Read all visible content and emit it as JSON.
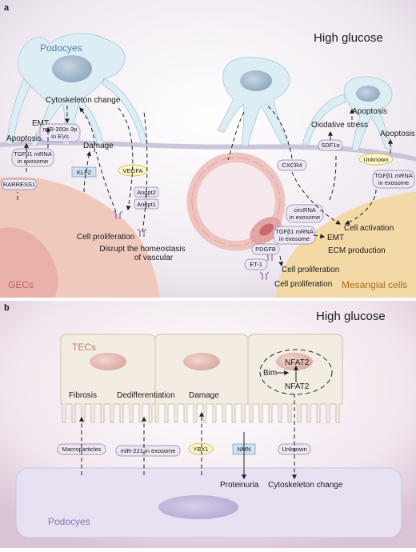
{
  "panel_a": {
    "letter": "a",
    "condition": "High glucose",
    "cell_podocytes": "Podocyes",
    "cell_gecs": "GECs",
    "cell_mesangial": "Mesangial cells",
    "cytoskeleton_change": "Cytoskeleton change",
    "emt_left": "EMT",
    "apoptosis_left": "Apoptosis",
    "damage": "Damage",
    "mir200c_l1": "miR-200c-3p",
    "mir200c_l2": "in EVs",
    "tgfb_left_l1": "TGFβ1 mRNA",
    "tgfb_left_l2": "in exosome",
    "rarress1": "RARRESS1",
    "klf2": "KLF2",
    "vegfa": "VEGFA",
    "angpt2": "Angpt2",
    "angpt1": "Angpt1",
    "cell_proliferation_left": "Cell proliferation",
    "disrupt_l1": "Disrupt the homeostasis",
    "disrupt_l2": "of vascular",
    "cxcr4": "CXCR4",
    "apoptosis_right_top": "Apoptosis",
    "oxidative_stress": "Oxidative stress",
    "sdf1a": "SDF1α",
    "unknown": "Unknown",
    "apoptosis_right": "Apoptosis",
    "tgfb_right_l1": "TGFβ1 mRNA",
    "tgfb_right_l2": "in exosome",
    "circrna_l1": "circRNA",
    "circrna_l2": "in exosome",
    "cell_activation": "Cell activation",
    "tgfb_mid_l1": "TGFβ1 mRNA",
    "tgfb_mid_l2": "in exosome",
    "emt_mid": "EMT",
    "ecm_production": "ECM production",
    "pdgfb": "PDGFB",
    "et1": "ET-1",
    "cell_proliferation_mid": "Cell proliferation",
    "cell_proliferation_bottom": "Cell proliferation"
  },
  "panel_b": {
    "letter": "b",
    "condition": "High glucose",
    "cell_tecs": "TECs",
    "cell_podocytes": "Podocyes",
    "fibrosis": "Fibrosis",
    "dedifferentiation": "Dedifferentiation",
    "damage": "Damage",
    "nfat2_top": "NFAT2",
    "bim": "Bim",
    "nfat2_bottom": "NFAT2",
    "macroparticles": "Macroparticles",
    "mir221": "miR-221 in exosome",
    "ybx1": "YBX1",
    "nmn": "NMN",
    "unknown": "Unknown",
    "proteinuria": "Proteinuria",
    "cytoskeleton_change": "Cytoskeleton change"
  },
  "colors": {
    "podocyte": "#dceef4",
    "podocyte_nucleus": "#9fb6cc",
    "gec": "#f0c4b8",
    "mesangial": "#f3d8a4",
    "tec": "#f1ebe2",
    "tec_nucleus": "#e6c1b8",
    "panel_b_bg": "#ecdde8",
    "podocyte_b": "#e6e0f1"
  }
}
